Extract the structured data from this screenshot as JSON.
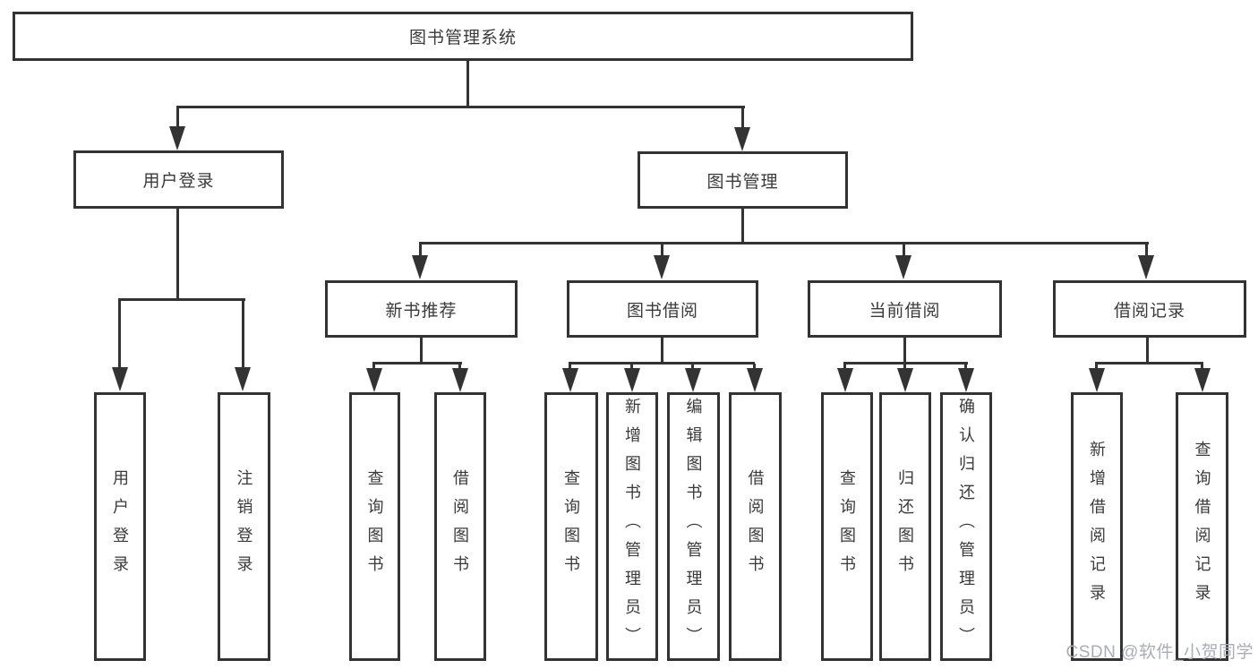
{
  "tree": {
    "label": "图书管理系统",
    "children": [
      {
        "label": "用户登录",
        "children": [
          {
            "label": "用户登录"
          },
          {
            "label": "注销登录"
          }
        ]
      },
      {
        "label": "图书管理",
        "children": [
          {
            "label": "新书推荐",
            "children": [
              {
                "label": "查询图书"
              },
              {
                "label": "借阅图书"
              }
            ]
          },
          {
            "label": "图书借阅",
            "children": [
              {
                "label": "查询图书"
              },
              {
                "label": "新增图书（管理员）"
              },
              {
                "label": "编辑图书（管理员）"
              },
              {
                "label": "借阅图书"
              }
            ]
          },
          {
            "label": "当前借阅",
            "children": [
              {
                "label": "查询图书"
              },
              {
                "label": "归还图书"
              },
              {
                "label": "确认归还（管理员）"
              }
            ]
          },
          {
            "label": "借阅记录",
            "children": [
              {
                "label": "新增借阅记录"
              },
              {
                "label": "查询借阅记录"
              }
            ]
          }
        ]
      }
    ]
  },
  "watermark": {
    "text": "CSDN @软件_小贺同学"
  },
  "colors": {
    "line": "#333333",
    "text": "#3a3a3a",
    "watermark": "#a9adb5",
    "background": "#ffffff"
  }
}
